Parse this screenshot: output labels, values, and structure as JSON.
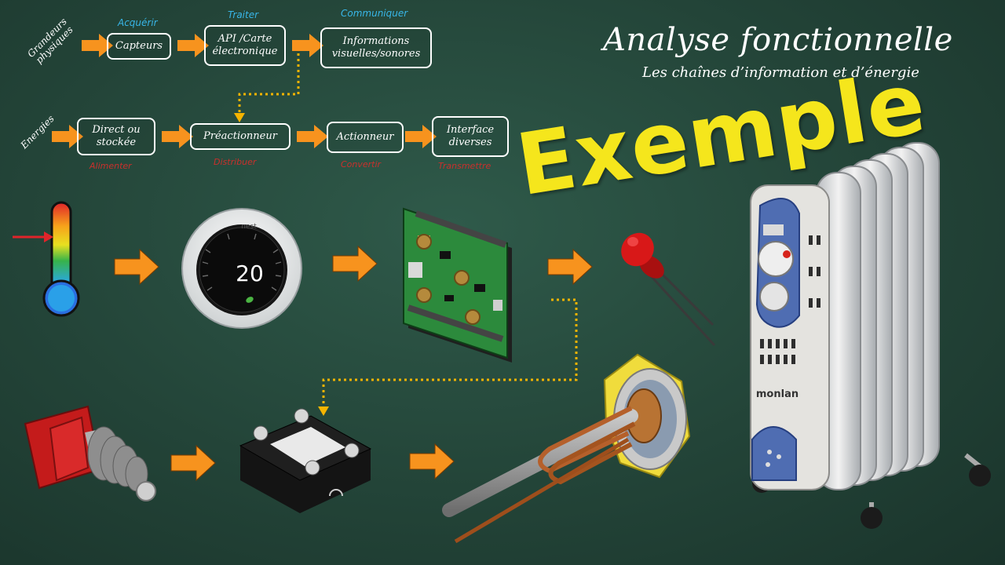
{
  "header": {
    "title": "Analyse fonctionnelle",
    "subtitle": "Les chaînes d’information et d’énergie",
    "exemple": "Exemple"
  },
  "info_chain": {
    "side_label_line1": "Grandeurs",
    "side_label_line2": "physiques",
    "steps": [
      {
        "function": "Acquérir",
        "box": "Capteurs"
      },
      {
        "function": "Traiter",
        "box_line1": "API /Carte",
        "box_line2": "électronique"
      },
      {
        "function": "Communiquer",
        "box_line1": "Informations",
        "box_line2": "visuelles/sonores"
      }
    ]
  },
  "energy_chain": {
    "side_label": "Energies",
    "steps": [
      {
        "box_line1": "Direct ou",
        "box_line2": "stockée",
        "function": "Alimenter"
      },
      {
        "box": "Préactionneur",
        "function": "Distribuer"
      },
      {
        "box": "Actionneur",
        "function": "Convertir"
      },
      {
        "box_line1": "Interface",
        "box_line2": "diverses",
        "function": "Transmettre"
      }
    ]
  },
  "thermostat": {
    "brand": "nest",
    "temperature": "20"
  },
  "heater": {
    "brand": "monlan"
  },
  "colors": {
    "arrow": "#f7931e",
    "function_blue": "#38b6e8",
    "function_red": "#c9302c",
    "exemple_yellow": "#f5e61c",
    "background": "#234438"
  }
}
